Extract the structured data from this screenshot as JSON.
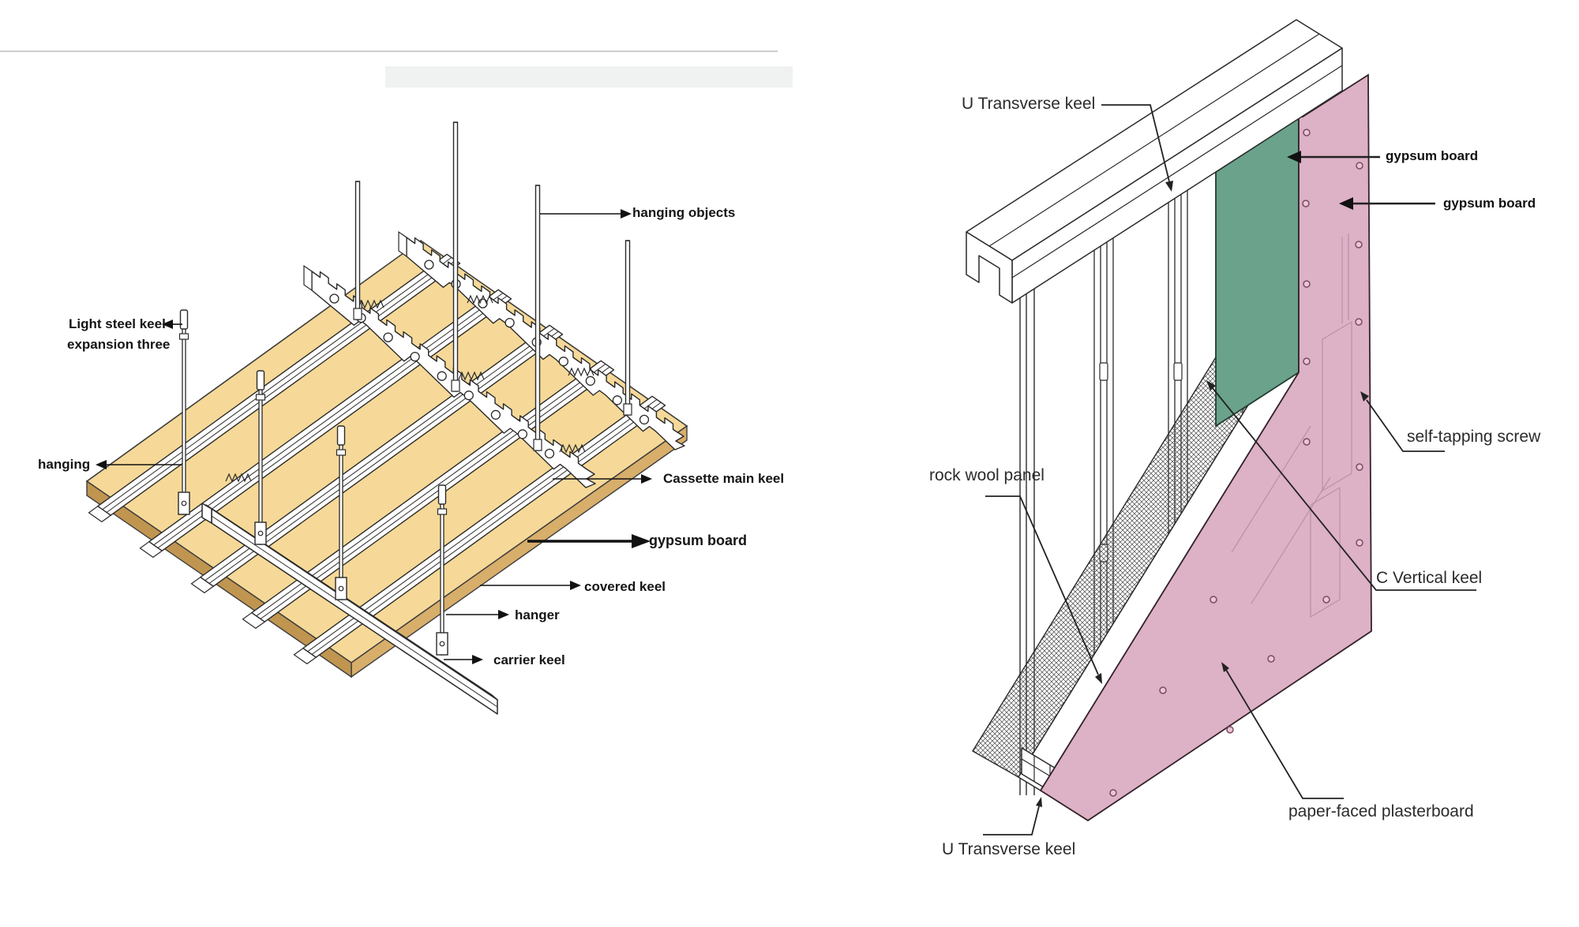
{
  "left_diagram": {
    "description_labels": {
      "hanging_objects": "hanging objects",
      "light_steel_keel_line1": "Light steel keel",
      "light_steel_keel_line2": "expansion three",
      "hanging": "hanging",
      "cassette_main_keel": "Cassette main keel",
      "gypsum_board": "gypsum board",
      "covered_keel": "covered keel",
      "hanger": "hanger",
      "carrier_keel": "carrier keel"
    }
  },
  "right_diagram": {
    "description_labels": {
      "u_transverse_keel_top": "U Transverse keel",
      "gypsum_board_inner": "gypsum board",
      "gypsum_board_outer": "gypsum board",
      "self_tapping_screw": "self-tapping screw",
      "rock_wool_panel": "rock wool panel",
      "c_vertical_keel": "C Vertical keel",
      "paper_faced_plasterboard": "paper-faced plasterboard",
      "u_transverse_keel_bottom": "U Transverse keel"
    }
  },
  "colors": {
    "gypsum_board_tan": "#f6d998",
    "board_edge_dark": "#cda express55f",
    "plasterboard_pink": "#ddb1c6",
    "gypsum_green": "#6aa28b",
    "outline": "#1d1d1d",
    "gray_band": "#f0f1f1"
  }
}
